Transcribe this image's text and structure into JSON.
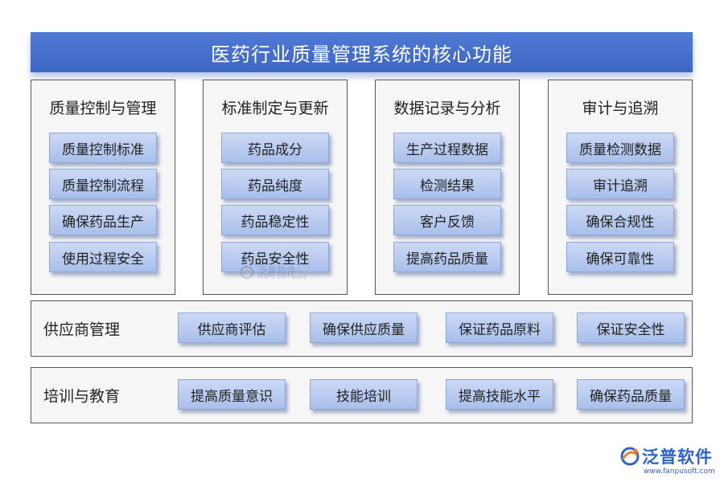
{
  "title": "医药行业质量管理系统的核心功能",
  "columns": [
    {
      "title": "质量控制与管理",
      "items": [
        "质量控制标准",
        "质量控制流程",
        "确保药品生产",
        "使用过程安全"
      ]
    },
    {
      "title": "标准制定与更新",
      "items": [
        "药品成分",
        "药品纯度",
        "药品稳定性",
        "药品安全性"
      ]
    },
    {
      "title": "数据记录与分析",
      "items": [
        "生产过程数据",
        "检测结果",
        "客户反馈",
        "提高药品质量"
      ]
    },
    {
      "title": "审计与追溯",
      "items": [
        "质量检测数据",
        "审计追溯",
        "确保合规性",
        "确保可靠性"
      ]
    }
  ],
  "rows": [
    {
      "title": "供应商管理",
      "items": [
        "供应商评估",
        "确保供应质量",
        "保证药品原料",
        "保证安全性"
      ]
    },
    {
      "title": "培训与教育",
      "items": [
        "提高质量意识",
        "技能培训",
        "提高技能水平",
        "确保药品质量"
      ]
    }
  ],
  "watermark": {
    "name": "泛普软件",
    "sub": "FANPU SOFTWARE"
  },
  "logo": {
    "name": "泛普软件",
    "url": "www.fanpusoft.com"
  },
  "colors": {
    "title_bar": "#4472c4",
    "item_fill": "#b4c7ee",
    "logo": "#2e64c8"
  }
}
